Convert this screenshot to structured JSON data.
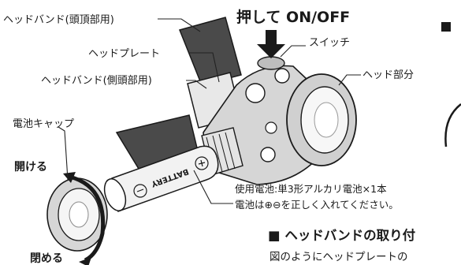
{
  "labels": {
    "head_band_top": "ヘッドバンド(頭頂部用)",
    "head_plate": "ヘッドプレート",
    "head_band_side": "ヘッドバンド(側頭部用)",
    "press_on_off": "押して ON/OFF",
    "switch": "スイッチ",
    "head_part": "ヘッド部分",
    "battery_cap": "電池キャップ",
    "open": "開ける",
    "close": "閉める",
    "battery_used": "使用電池:単3形アルカリ電池×1本",
    "battery_note": "電池は⊕⊖を正しく入れてください。",
    "battery_text": "BATTERY",
    "section_heading": "■ ヘッドバンドの取り付",
    "body_text": "図のようにヘッドプレートの"
  },
  "colors": {
    "band": "#4a4a4a",
    "body": "#d9d9d9",
    "outline": "#1a1a1a",
    "background": "#ffffff"
  }
}
